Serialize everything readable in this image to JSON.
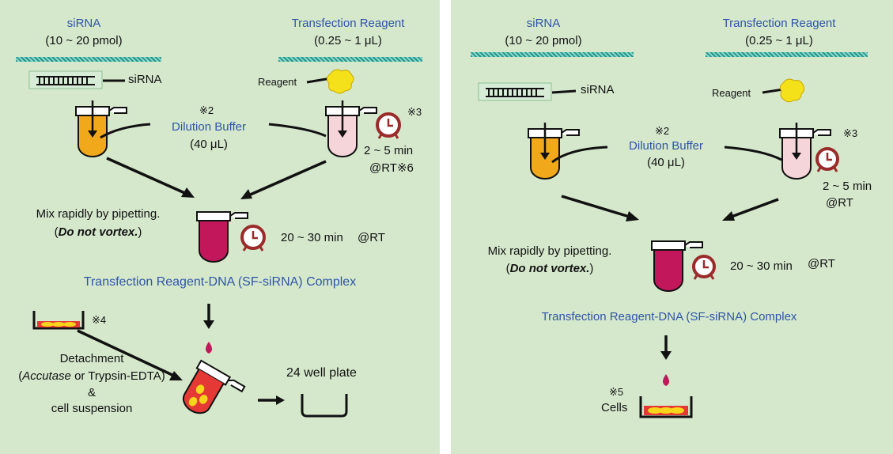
{
  "left": {
    "sirna_title": "siRNA",
    "sirna_amount": "(10 ~ 20 pmol)",
    "reagent_title": "Transfection Reagent",
    "reagent_amount": "(0.25 ~ 1 μL)",
    "sirna_label": "siRNA",
    "reagent_label": "Reagent",
    "note2": "※2",
    "dilution_buffer": "Dilution Buffer",
    "dilution_volume": "(40 μL)",
    "note3": "※3",
    "incubation_time": "2 ~ 5 min",
    "incubation_temp": "@RT※6",
    "mix_instruction": "Mix rapidly by pipetting.",
    "no_vortex": "Do not vortex.",
    "mix_time": "20 ~ 30 min",
    "mix_temp": "@RT",
    "complex_label": "Transfection Reagent-DNA (SF-siRNA) Complex",
    "note4": "※4",
    "detachment": "Detachment",
    "accutase": "Accutase",
    "trypsin": " or Trypsin-EDTA)",
    "ampersand": "&",
    "cell_suspension": "cell suspension",
    "plate_label": "24 well plate"
  },
  "right": {
    "sirna_title": "siRNA",
    "sirna_amount": "(10 ~ 20 pmol)",
    "reagent_title": "Transfection Reagent",
    "reagent_amount": "(0.25 ~ 1 μL)",
    "sirna_label": "siRNA",
    "reagent_label": "Reagent",
    "note2": "※2",
    "dilution_buffer": "Dilution Buffer",
    "dilution_volume": "(40 μL)",
    "note3": "※3",
    "incubation_time": "2 ~ 5 min",
    "incubation_temp": "@RT",
    "mix_instruction": "Mix rapidly by pipetting.",
    "no_vortex": "Do not vortex.",
    "mix_time": "20 ~ 30 min",
    "mix_temp": "@RT",
    "complex_label": "Transfection Reagent-DNA (SF-siRNA) Complex",
    "note5": "※5",
    "cells_label": "Cells"
  },
  "colors": {
    "background": "#d5e8cc",
    "blue_text": "#2f55a8",
    "hatch": "#1f9a8f",
    "orange_tube": "#f2a81b",
    "pink_tube": "#f6d5da",
    "complex_tube": "#c2185b",
    "clock": "#9b2b2b",
    "reagent_blob": "#f5e11a",
    "cells": "#e53935"
  }
}
